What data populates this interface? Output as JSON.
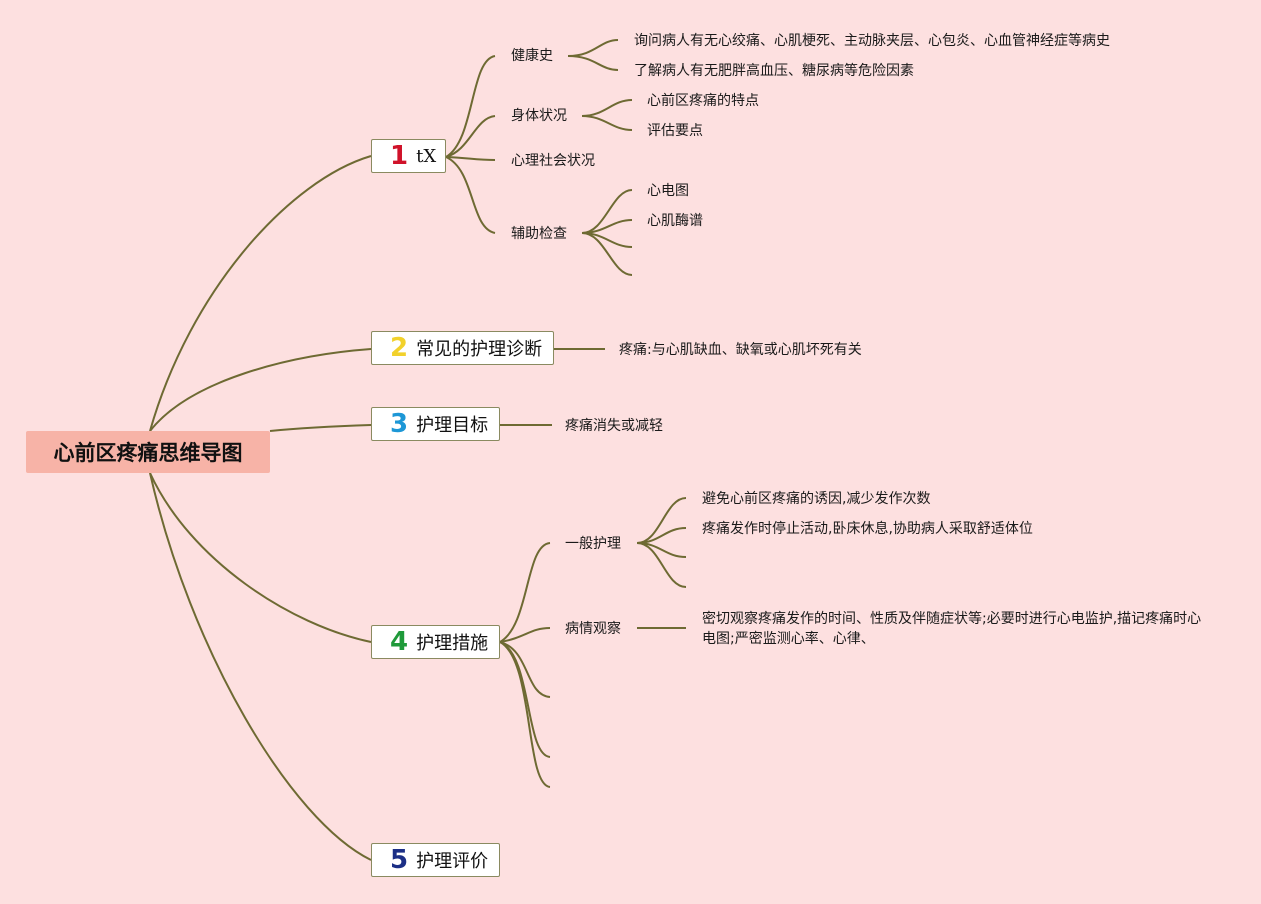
{
  "title": "心前区疼痛思维导图",
  "colors": {
    "background": "#fde0e0",
    "root": "#f7b3a7",
    "line": "#6e6a33"
  },
  "sections": [
    {
      "number": "1",
      "label": "tX",
      "color": "#d0122a"
    },
    {
      "number": "2",
      "label": "常见的护理诊断",
      "color": "#f2d12b"
    },
    {
      "number": "3",
      "label": "护理目标",
      "color": "#1d97d6"
    },
    {
      "number": "4",
      "label": "护理措施",
      "color": "#1f9a3a"
    },
    {
      "number": "5",
      "label": "护理评价",
      "color": "#1c2f86"
    }
  ],
  "s1": {
    "health_history": "健康史",
    "hh_1": "询问病人有无心绞痛、心肌梗死、主动脉夹层、心包炎、心血管神经症等病史",
    "hh_2": "了解病人有无肥胖高血压、糖尿病等危险因素",
    "physical": "身体状况",
    "ph_1": "心前区疼痛的特点",
    "ph_2": "评估要点",
    "psycho": "心理社会状况",
    "exam": "辅助检查",
    "ex_1": "心电图",
    "ex_2": "心肌酶谱"
  },
  "s2": {
    "d1": "疼痛:与心肌缺血、缺氧或心肌坏死有关"
  },
  "s3": {
    "g1": "疼痛消失或减轻"
  },
  "s4": {
    "general": "一般护理",
    "g_1": "避免心前区疼痛的诱因,减少发作次数",
    "g_2": "疼痛发作时停止活动,卧床休息,协助病人采取舒适体位",
    "observe": "病情观察",
    "o_1": "密切观察疼痛发作的时间、性质及伴随症状等;必要时进行心电监护,描记疼痛时心电图;严密监测心率、心律、"
  }
}
